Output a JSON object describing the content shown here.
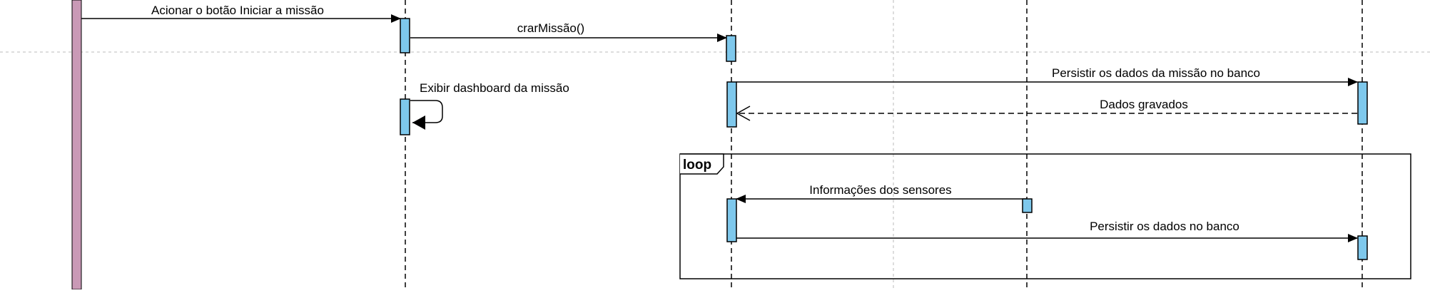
{
  "diagram": {
    "type": "sequence",
    "colors": {
      "background": "#ffffff",
      "activation_fill": "#7ec8ec",
      "actor_bar": "#c999b6",
      "line": "#000000",
      "guide": "#bbbbbb"
    },
    "messages": {
      "m1": "Acionar o botão Iniciar a missão",
      "m2": "crarMissão()",
      "m3": "Persistir os dados da missão no banco",
      "m4": "Dados gravados",
      "m5": "Exibir dashboard da missão",
      "m6": "Informações dos sensores",
      "m7": "Persistir os dados no banco"
    },
    "loop_frame": {
      "tag": "loop"
    }
  }
}
